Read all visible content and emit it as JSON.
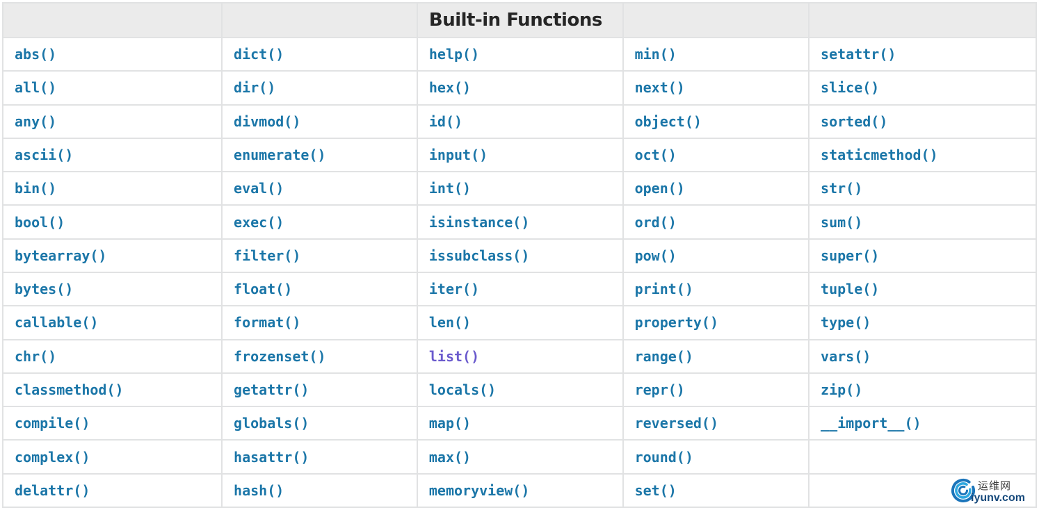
{
  "table": {
    "title": "Built-in Functions",
    "header_bg": "#ebebeb",
    "border_color": "#e1e2e3",
    "link_color": "#1b76a8",
    "visited_link_color": "#6a5acd",
    "visited_function": "list()",
    "rows": [
      [
        "abs()",
        "dict()",
        "help()",
        "min()",
        "setattr()"
      ],
      [
        "all()",
        "dir()",
        "hex()",
        "next()",
        "slice()"
      ],
      [
        "any()",
        "divmod()",
        "id()",
        "object()",
        "sorted()"
      ],
      [
        "ascii()",
        "enumerate()",
        "input()",
        "oct()",
        "staticmethod()"
      ],
      [
        "bin()",
        "eval()",
        "int()",
        "open()",
        "str()"
      ],
      [
        "bool()",
        "exec()",
        "isinstance()",
        "ord()",
        "sum()"
      ],
      [
        "bytearray()",
        "filter()",
        "issubclass()",
        "pow()",
        "super()"
      ],
      [
        "bytes()",
        "float()",
        "iter()",
        "print()",
        "tuple()"
      ],
      [
        "callable()",
        "format()",
        "len()",
        "property()",
        "type()"
      ],
      [
        "chr()",
        "frozenset()",
        "list()",
        "range()",
        "vars()"
      ],
      [
        "classmethod()",
        "getattr()",
        "locals()",
        "repr()",
        "zip()"
      ],
      [
        "compile()",
        "globals()",
        "map()",
        "reversed()",
        "__import__()"
      ],
      [
        "complex()",
        "hasattr()",
        "max()",
        "round()",
        ""
      ],
      [
        "delattr()",
        "hash()",
        "memoryview()",
        "set()",
        ""
      ]
    ]
  },
  "watermark": {
    "site_name": "运维网",
    "domain": "iyunv.com",
    "logo_icon": "blue-swirl",
    "brand_blue_dark": "#1b75bb",
    "brand_blue_light": "#2fa8e0",
    "domain_color": "#174a7c"
  }
}
